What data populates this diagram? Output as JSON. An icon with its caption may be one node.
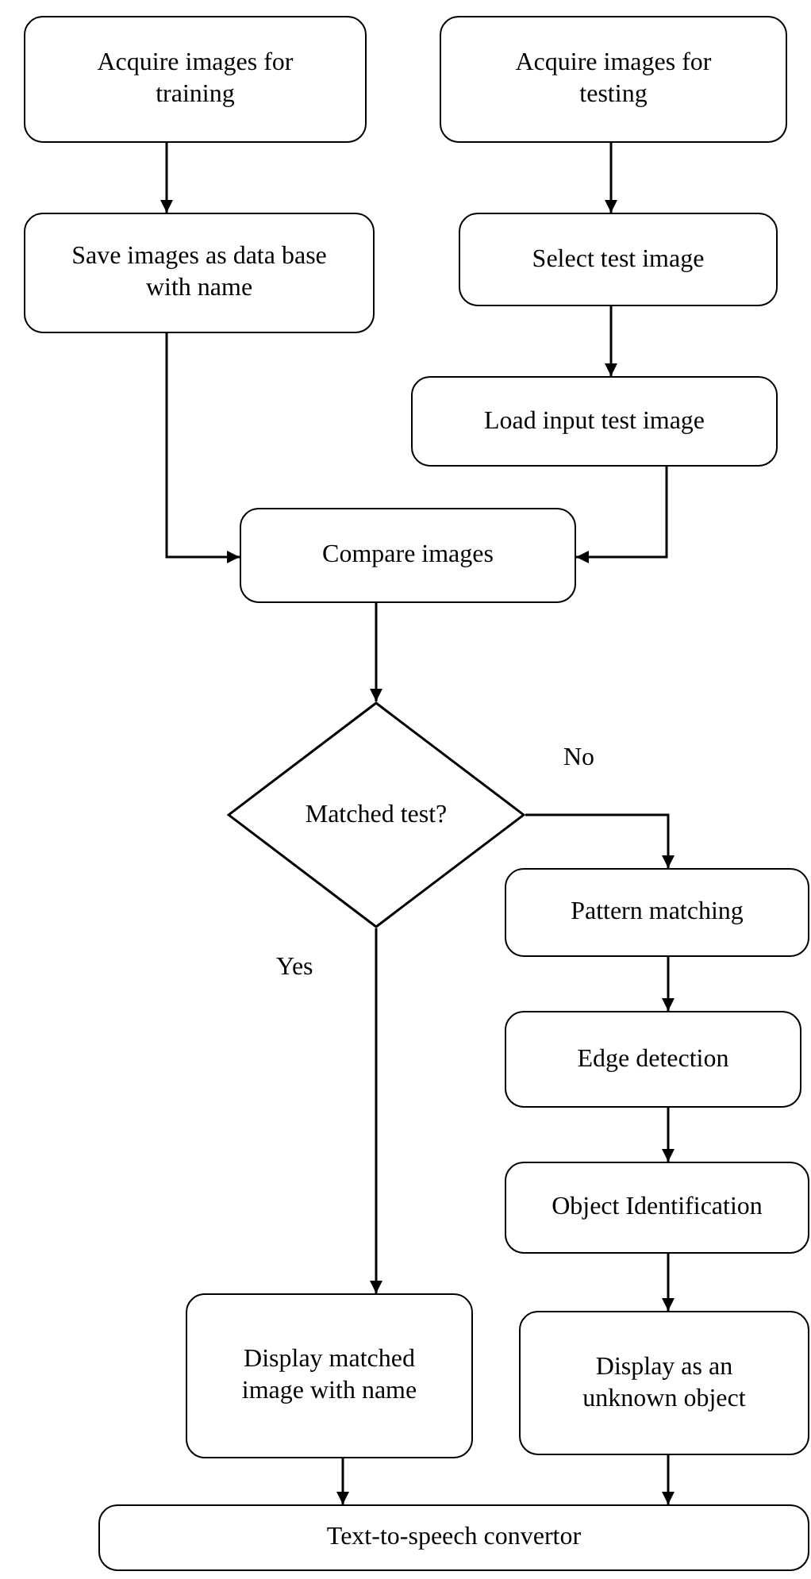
{
  "diagram": {
    "nodes": [
      {
        "text": [
          "Acquire images for training"
        ]
      },
      {
        "text": [
          "Acquire images for testing"
        ]
      },
      {
        "text": [
          "Save images as data base with name"
        ]
      },
      {
        "text": [
          "Select test image"
        ]
      },
      {
        "text": [
          "Load input test image"
        ]
      },
      {
        "text": [
          "Compare images"
        ]
      },
      {
        "text": [
          "Matched test?"
        ]
      },
      {
        "text": [
          "Pattern matching"
        ]
      },
      {
        "text": [
          "Edge detection"
        ]
      },
      {
        "text": [
          "Object Identification"
        ]
      },
      {
        "text": [
          "Display as an unknown object"
        ]
      },
      {
        "text": [
          "Display matched image with name"
        ]
      },
      {
        "text": [
          "Text-to-speech convertor"
        ]
      }
    ],
    "edges": [
      {
        "from": 0,
        "to": 2,
        "arrow": "to"
      },
      {
        "from": 1,
        "to": 3,
        "arrow": "to"
      },
      {
        "from": 3,
        "to": 4,
        "arrow": "to"
      },
      {
        "from": 2,
        "to": 5,
        "arrow": "to"
      },
      {
        "from": 4,
        "to": 5,
        "arrow": "to"
      },
      {
        "from": 5,
        "to": 6,
        "arrow": "to"
      },
      {
        "from": 6,
        "to": 7,
        "arrow": "to",
        "label": "No"
      },
      {
        "from": 6,
        "to": 11,
        "arrow": "to",
        "label": "Yes"
      },
      {
        "from": 7,
        "to": 8,
        "arrow": "to"
      },
      {
        "from": 8,
        "to": 9,
        "arrow": "to"
      },
      {
        "from": 9,
        "to": 10,
        "arrow": "to"
      },
      {
        "from": 11,
        "to": 12,
        "arrow": "to"
      },
      {
        "from": 10,
        "to": 12,
        "arrow": "to"
      }
    ]
  }
}
